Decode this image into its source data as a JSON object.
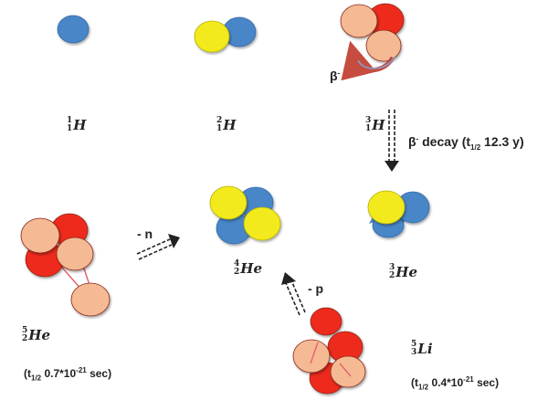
{
  "colors": {
    "neutron": "#4a86c8",
    "proton": "#ee2a1f",
    "light_proton": "#f5b993",
    "yellow": "#f2ea1e",
    "decay_arrow": "#c0392b"
  },
  "nuclides": {
    "h1": {
      "symbol": "H",
      "mass": "1",
      "atomic": "1"
    },
    "h2": {
      "symbol": "H",
      "mass": "2",
      "atomic": "1"
    },
    "h3": {
      "symbol": "H",
      "mass": "3",
      "atomic": "1"
    },
    "he3": {
      "symbol": "He",
      "mass": "3",
      "atomic": "2"
    },
    "he4": {
      "symbol": "He",
      "mass": "4",
      "atomic": "2"
    },
    "he5": {
      "symbol": "He",
      "mass": "5",
      "atomic": "2"
    },
    "li5": {
      "symbol": "Li",
      "mass": "5",
      "atomic": "3"
    }
  },
  "labels": {
    "beta_minus": "β",
    "beta_minus_sup": "-",
    "beta_decay_prefix": "β",
    "beta_decay_sup": "-",
    "beta_decay_text": " decay (t",
    "beta_decay_sub": "1/2",
    "beta_decay_value": " 12.3 y)",
    "minus_n": "- n",
    "minus_p": "- p",
    "he5_half_life_open": "(t",
    "he5_half_life_sub": "1/2",
    "he5_half_life_value": " 0.7*10",
    "he5_half_life_exp": "-21",
    "he5_half_life_unit": " sec)",
    "li5_half_life_open": "(t",
    "li5_half_life_sub": "1/2",
    "li5_half_life_value": " 0.4*10",
    "li5_half_life_exp": "-21",
    "li5_half_life_unit": " sec)"
  }
}
